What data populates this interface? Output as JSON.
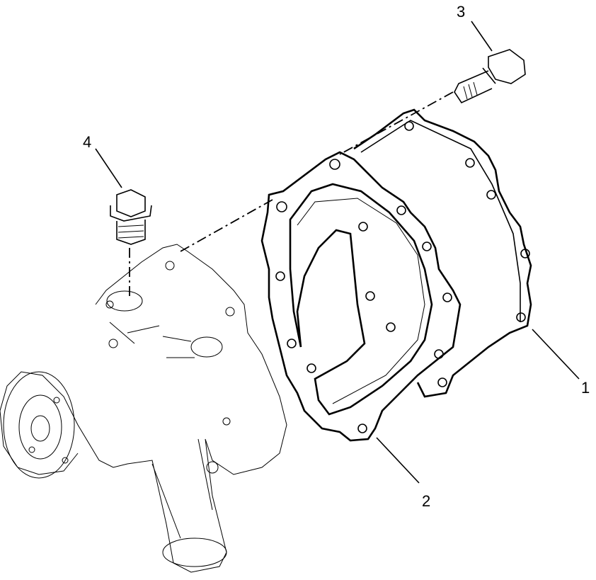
{
  "diagram": {
    "callouts": [
      {
        "id": "1",
        "label": "1",
        "part": "cover"
      },
      {
        "id": "2",
        "label": "2",
        "part": "gasket"
      },
      {
        "id": "3",
        "label": "3",
        "part": "bolt"
      },
      {
        "id": "4",
        "label": "4",
        "part": "plug"
      }
    ]
  }
}
